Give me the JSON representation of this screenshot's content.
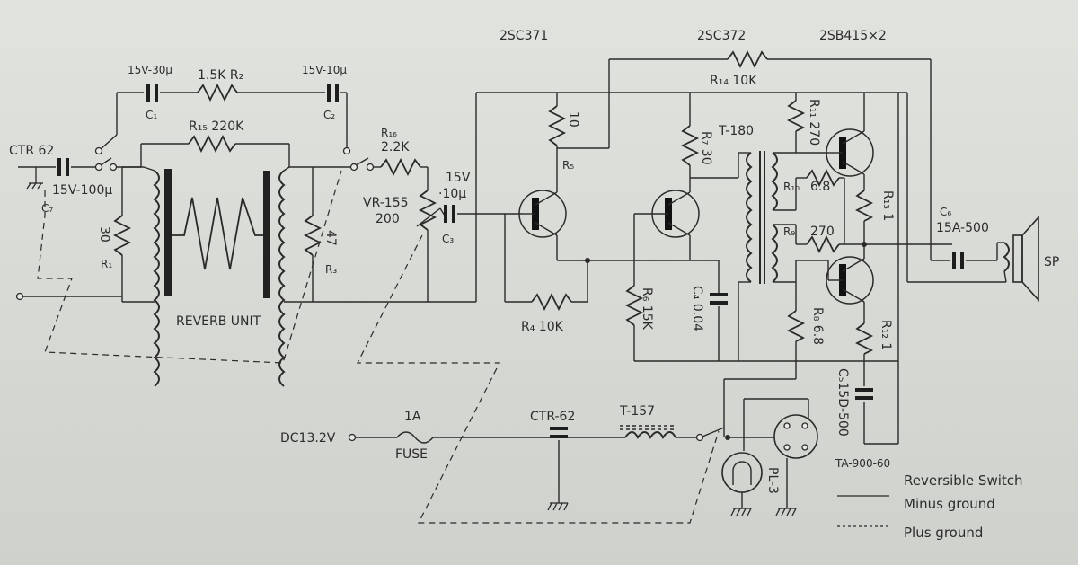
{
  "transistors": {
    "q1_type": "2SC371",
    "q2_type": "2SC372",
    "q34_type": "2SB415×2"
  },
  "components": {
    "c1_value": "15V-30μ",
    "c1_ref": "C₁",
    "r2_label": "1.5K R₂",
    "c2_value": "15V-10μ",
    "c2_ref": "C₂",
    "r15_label": "R₁₅ 220K",
    "r16_ref": "R₁₆",
    "r16_value": "2.2K",
    "vr_label": "VR-155",
    "vr_value": "200",
    "c3_value_a": "15V",
    "c3_value_b": "·10μ",
    "c3_ref": "C₃",
    "ctr_in": "CTR 62",
    "c7_value": "15V-100μ",
    "c7_ref": "C₇",
    "r1_value": "30",
    "r1_ref": "R₁",
    "r3_value": "47",
    "r3_ref": "R₃",
    "reverb_label": "REVERB UNIT",
    "r5_value": "10",
    "r5_ref": "R₅",
    "r4_label": "R₄ 10K",
    "r6_label": "R₆ 15K",
    "r7_label": "R₇ 30",
    "c4_label": "C₄ 0.04",
    "t180_label": "T-180",
    "r14_label": "R₁₄ 10K",
    "r11_label": "R₁₁ 270",
    "r10_ref": "R₁₀",
    "r10_value": "6.8",
    "r9_ref": "R₉",
    "r9_value": "270",
    "r13_label": "R₁₃ 1",
    "r8_label": "R₈ 6.8",
    "r12_label": "R₁₂ 1",
    "c5_label": "C₅15D-500",
    "c6_ref": "C₆",
    "c6_value": "15A-500",
    "sp_label": "SP",
    "dc_label": "DC13.2V",
    "fuse_value": "1A",
    "fuse_label": "FUSE",
    "ctr_dc": "CTR-62",
    "t157_label": "T-157",
    "pl_label": "PL-3",
    "ta_label": "TA-900-60"
  },
  "legend": {
    "title": "Reversible Switch",
    "minus": "Minus ground",
    "plus": "Plus ground"
  }
}
